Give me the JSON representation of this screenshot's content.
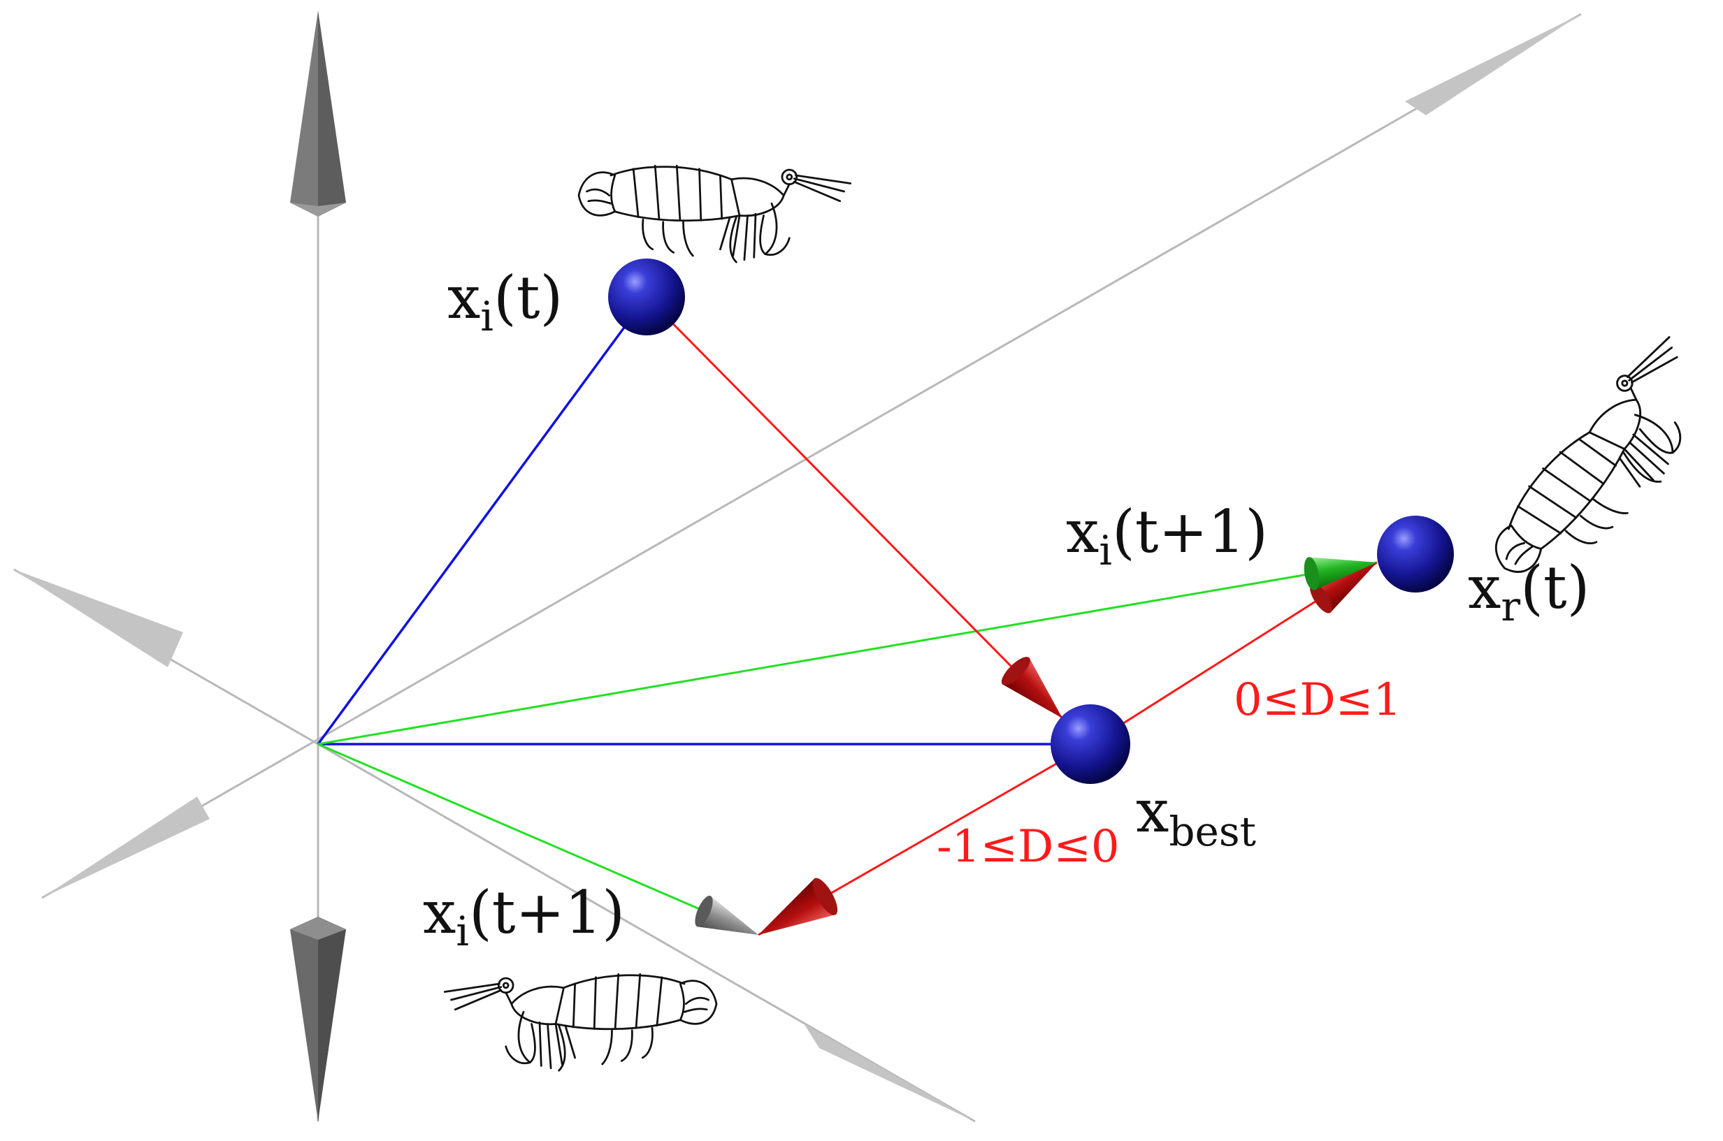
{
  "labels": {
    "xi_t": {
      "base": "x",
      "sub": "i",
      "tail": "(t)"
    },
    "xi_t1_upper": {
      "base": "x",
      "sub": "i",
      "tail": "(t+1)"
    },
    "xi_t1_lower": {
      "base": "x",
      "sub": "i",
      "tail": "(t+1)"
    },
    "xr_t": {
      "base": "x",
      "sub": "r",
      "tail": "(t)"
    },
    "xbest": {
      "base": "x",
      "sub": "best"
    }
  },
  "conditions": {
    "positive": "0≤D≤1",
    "negative": "-1≤D≤0"
  },
  "colors": {
    "axis": "#b8b8b8",
    "axis_arrow": "#c4c4c4",
    "vertical_arrow": "#6a6a6a",
    "blue_line": "#1010e0",
    "red_line": "#ff1818",
    "green_line": "#22e022",
    "sphere": "#1a1aa8",
    "condition_text": "#ff1a1a"
  },
  "icons": [
    "mantis-shrimp-icon",
    "mantis-shrimp-icon",
    "mantis-shrimp-icon"
  ]
}
